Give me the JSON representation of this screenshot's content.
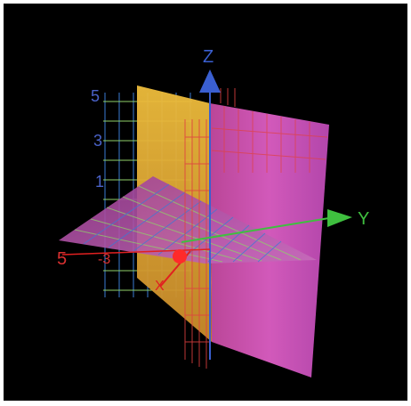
{
  "scene": {
    "background": "#000000",
    "frame_color": "#ffffff",
    "axes": {
      "z": {
        "label": "Z",
        "color": "#3a5fd0"
      },
      "y": {
        "label": "Y",
        "color": "#3fbf3f"
      },
      "x": {
        "label": "X",
        "color": "#e02020"
      }
    },
    "tick_labels": {
      "z_5": "5",
      "z_3": "3",
      "z_1": "1",
      "x_5": "5",
      "x_neg3": "-3"
    },
    "tick_colors": {
      "z": "#4a62c8",
      "x": "#d83030"
    },
    "planes": [
      {
        "name": "yellow-plane",
        "color_top": "#e8b83a",
        "color_bottom": "#d89a30"
      },
      {
        "name": "magenta-plane",
        "color_left": "#c04aa0",
        "color_right": "#e070d0"
      },
      {
        "name": "horizontal-plane",
        "color": "#b050a8"
      }
    ],
    "grid_colors": [
      "#3a7bd5",
      "#8fd16a",
      "#e04040"
    ],
    "origin_marker_color": "#ff2a2a"
  }
}
